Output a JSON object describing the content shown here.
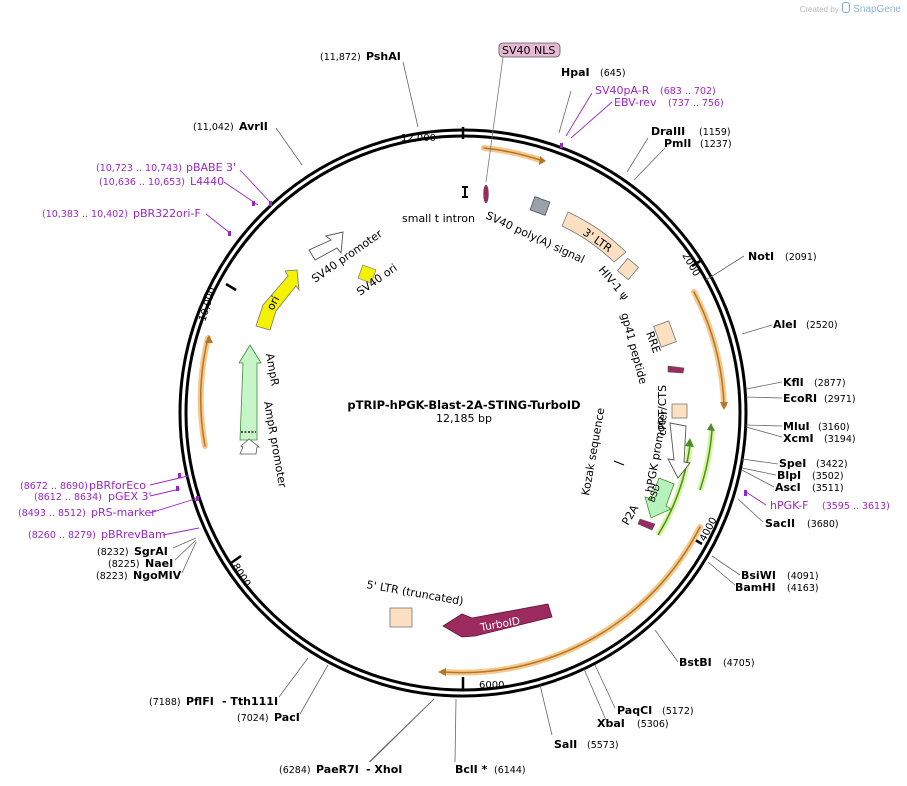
{
  "credit": {
    "prefix": "Created by",
    "brand": "SnapGene"
  },
  "plasmid": {
    "name": "pTRIP-hPGK-Blast-2A-STING-TurboID",
    "size_label": "12,185 bp",
    "length": 12185
  },
  "ticks": [
    "2000",
    "4000",
    "6000",
    "8000",
    "10,000",
    "12,000"
  ],
  "enzymes": [
    {
      "name": "HpaI",
      "pos": "(645)"
    },
    {
      "name": "DraIII",
      "pos": "(1159)"
    },
    {
      "name": "PmlI",
      "pos": "(1237)"
    },
    {
      "name": "NotI",
      "pos": "(2091)"
    },
    {
      "name": "AleI",
      "pos": "(2520)"
    },
    {
      "name": "KflI",
      "pos": "(2877)"
    },
    {
      "name": "EcoRI",
      "pos": "(2971)"
    },
    {
      "name": "MluI",
      "pos": "(3160)"
    },
    {
      "name": "XcmI",
      "pos": "(3194)"
    },
    {
      "name": "SpeI",
      "pos": "(3422)"
    },
    {
      "name": "BlpI",
      "pos": "(3502)"
    },
    {
      "name": "AscI",
      "pos": "(3511)"
    },
    {
      "name": "SacII",
      "pos": "(3680)"
    },
    {
      "name": "BsiWI",
      "pos": "(4091)"
    },
    {
      "name": "BamHI",
      "pos": "(4163)"
    },
    {
      "name": "BstBI",
      "pos": "(4705)"
    },
    {
      "name": "PaqCI",
      "pos": "(5172)"
    },
    {
      "name": "XbaI",
      "pos": "(5306)"
    },
    {
      "name": "SalI",
      "pos": "(5573)"
    },
    {
      "name": "BclI *",
      "pos": "(6144)"
    },
    {
      "name": "PaeR7I",
      "sep": "- XhoI",
      "pos": "(6284)"
    },
    {
      "name": "PacI",
      "pos": "(7024)"
    },
    {
      "name": "PflFI",
      "sep": "- Tth111I",
      "pos": "(7188)"
    },
    {
      "name": "SgrAI",
      "pos": "(8232)"
    },
    {
      "name": "NaeI",
      "pos": "(8225)"
    },
    {
      "name": "NgoMIV",
      "pos": "(8223)"
    },
    {
      "name": "AvrII",
      "pos": "(11,042)"
    },
    {
      "name": "PshAI",
      "pos": "(11,872)"
    }
  ],
  "primers": [
    {
      "name": "SV40pA-R",
      "pos": "(683 .. 702)"
    },
    {
      "name": "EBV-rev",
      "pos": "(737 .. 756)"
    },
    {
      "name": "hPGK-F",
      "pos": "(3595 .. 3613)"
    },
    {
      "name": "pBRforEco",
      "pos": "(8672 .. 8690)"
    },
    {
      "name": "pGEX 3'",
      "pos": "(8612 .. 8634)"
    },
    {
      "name": "pRS-marker",
      "pos": "(8493 .. 8512)"
    },
    {
      "name": "pBRrevBam",
      "pos": "(8260 .. 8279)"
    },
    {
      "name": "pBR322ori-F",
      "pos": "(10,383 .. 10,402)"
    },
    {
      "name": "pBABE 3'",
      "pos": "(10,723 .. 10,743)"
    },
    {
      "name": "L4440",
      "pos": "(10,636 .. 10,653)"
    }
  ],
  "features": {
    "sv40_nls": "SV40 NLS",
    "small_t_intron": "small t intron",
    "sv40_polya": "SV40 poly(A) signal",
    "ltr3": "3' LTR",
    "hiv_psi": "HIV-1 ψ",
    "rre": "RRE",
    "gp41": "gp41 peptide",
    "cppt": "cPPT/CTS",
    "hpgk": "hPGK promoter",
    "kozak": "Kozak sequence",
    "bsd": "BSD",
    "p2a": "P2A",
    "turboid": "TurboID",
    "ltr5": "5' LTR (truncated)",
    "sv40_promoter": "SV40 promoter",
    "sv40_ori": "SV40 ori",
    "ori": "ori",
    "ampr": "AmpR",
    "ampr_promoter": "AmpR promoter"
  },
  "colors": {
    "backbone": "#000000",
    "orf": "#f2b24a",
    "turboid": "#9c2a5f",
    "bsd": "#b6f2bc",
    "ampr": "#c8f5c8",
    "ori": "#f5f200",
    "ltr": "#fde0c2",
    "primer": "#9a26c4",
    "polya": "#9aa1aa",
    "nls": "#e6b9d2"
  }
}
